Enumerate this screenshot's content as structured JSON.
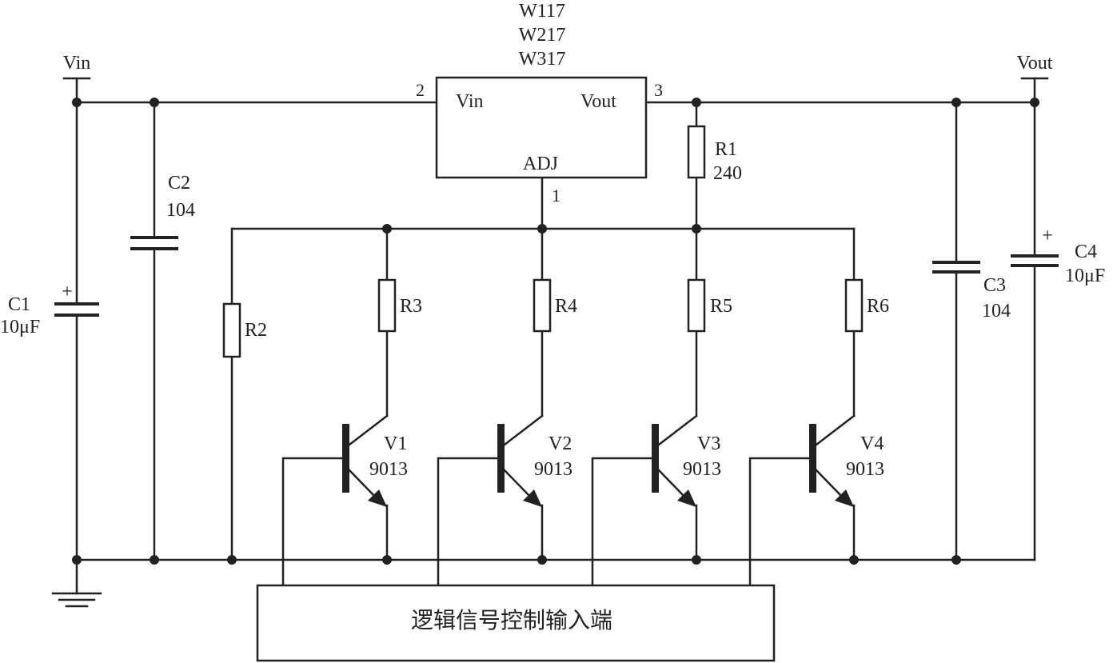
{
  "regulator": {
    "names": [
      "W117",
      "W217",
      "W317"
    ],
    "pin_vin": "Vin",
    "pin_vout": "Vout",
    "pin_adj": "ADJ",
    "pin1": "1",
    "pin2": "2",
    "pin3": "3"
  },
  "rails": {
    "vin": "Vin",
    "vout": "Vout"
  },
  "components": {
    "c1": {
      "ref": "C1",
      "value": "10μF",
      "polarity": "+"
    },
    "c2": {
      "ref": "C2",
      "value": "104"
    },
    "c3": {
      "ref": "C3",
      "value": "104"
    },
    "c4": {
      "ref": "C4",
      "value": "10μF",
      "polarity": "+"
    },
    "r1": {
      "ref": "R1",
      "value": "240"
    },
    "r2": {
      "ref": "R2"
    },
    "r3": {
      "ref": "R3"
    },
    "r4": {
      "ref": "R4"
    },
    "r5": {
      "ref": "R5"
    },
    "r6": {
      "ref": "R6"
    },
    "v1": {
      "ref": "V1",
      "value": "9013"
    },
    "v2": {
      "ref": "V2",
      "value": "9013"
    },
    "v3": {
      "ref": "V3",
      "value": "9013"
    },
    "v4": {
      "ref": "V4",
      "value": "9013"
    }
  },
  "control_box": {
    "label": "逻辑信号控制输入端"
  }
}
